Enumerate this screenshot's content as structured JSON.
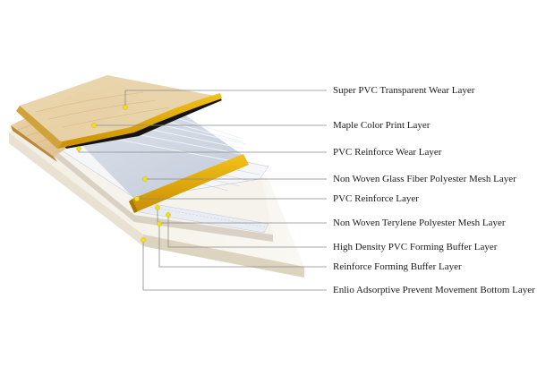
{
  "diagram": {
    "labels": [
      "Super PVC Transparent  Wear Layer",
      "Maple Color Print Layer",
      "PVC Reinforce Wear Layer",
      "Non Woven Glass Fiber Polyester Mesh Layer",
      "PVC Reinforce Layer",
      "Non Woven Terylene Polyester Mesh Layer",
      "High Density PVC Forming Buffer Layer",
      "Reinforce Forming Buffer Layer",
      "Enlio Adsorptive Prevent Movement Bottom Layer"
    ]
  },
  "colors": {
    "leader": "#8a8a8a",
    "dot": "#f2de1e",
    "gold": "#e0a900",
    "maple": "#e6cfa3",
    "mesh": "#cfd6e2",
    "base": "#f1ece0"
  }
}
